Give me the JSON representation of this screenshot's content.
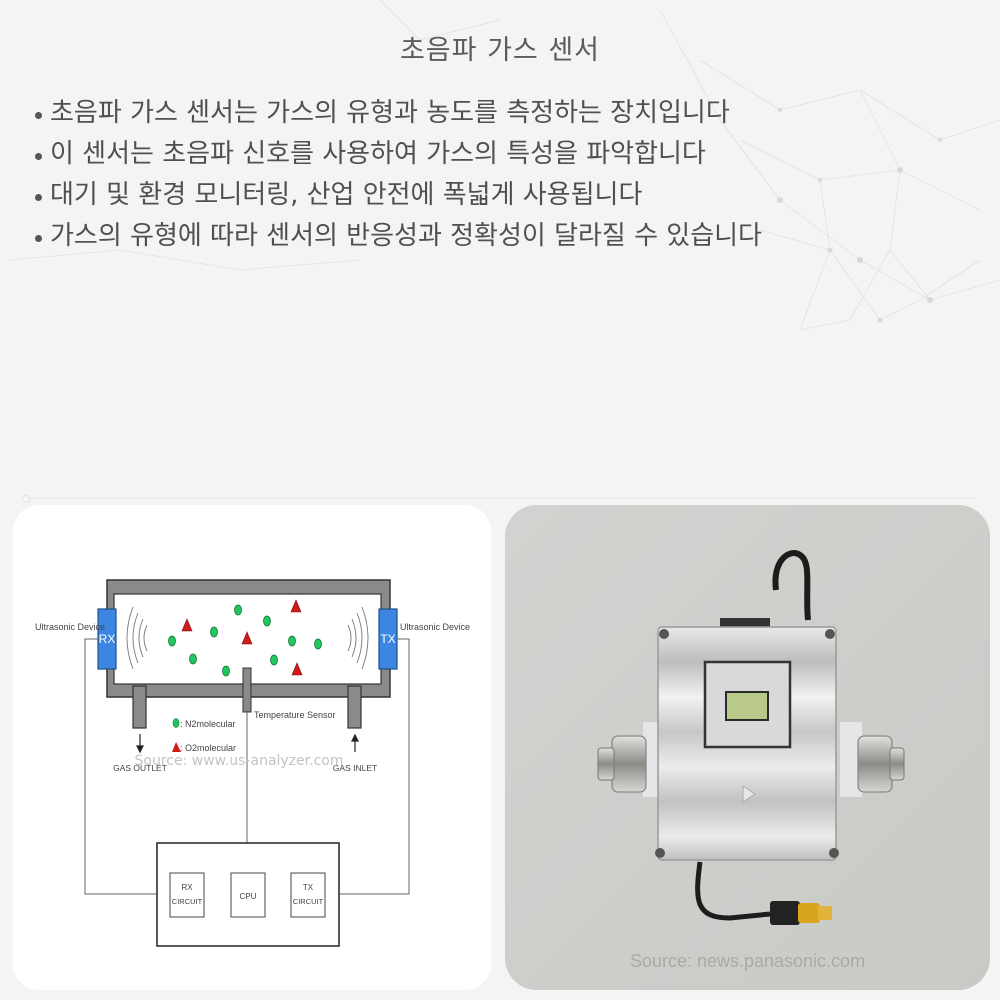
{
  "slide": {
    "title": "초음파 가스 센서",
    "bullets": [
      "초음파 가스 센서는 가스의 유형과 농도를 측정하는 장치입니다",
      "이 센서는 초음파 신호를 사용하여 가스의 특성을 파악합니다",
      "대기 및 환경 모니터링, 산업 안전에 폭넓게 사용됩니다",
      "가스의 유형에 따라 센서의 반응성과 정확성이 달라질 수 있습니다"
    ]
  },
  "diagram": {
    "rx_label": "RX",
    "tx_label": "TX",
    "left_device_label": "Ultrasonic Device",
    "right_device_label": "Ultrasonic Device",
    "temperature_sensor_label": "Temperature Sensor",
    "legend_n2": ": N2molecular",
    "legend_o2": ": O2molecular",
    "gas_outlet_label": "GAS OUTLET",
    "gas_inlet_label": "GAS INLET",
    "rx_circuit_line1": "RX",
    "rx_circuit_line2": "CIRCUIT",
    "cpu_label": "CPU",
    "tx_circuit_line1": "TX",
    "tx_circuit_line2": "CIRCUIT",
    "colors": {
      "transducer": "#3a86e0",
      "n2": "#22c55e",
      "o2": "#d01b1b",
      "chamber_wall": "#8a8a8a"
    },
    "source": "Source: www.us-analyzer.com"
  },
  "photo": {
    "source": "Source: news.panasonic.com"
  }
}
